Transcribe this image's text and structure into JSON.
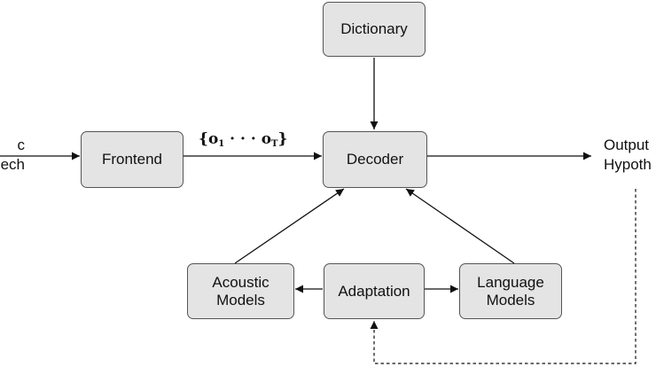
{
  "diagram": {
    "input_label": [
      "c",
      "ech"
    ],
    "output_label": [
      "Output",
      "Hypoth"
    ],
    "observation_sequence": {
      "open": "{",
      "first": "o",
      "first_sub": "1",
      "dots": "· · ·",
      "last": "o",
      "last_sub": "T",
      "close": "}"
    },
    "boxes": {
      "dictionary": "Dictionary",
      "frontend": "Frontend",
      "decoder": "Decoder",
      "acoustic": [
        "Acoustic",
        "Models"
      ],
      "adaptation": "Adaptation",
      "language": [
        "Language",
        "Models"
      ]
    },
    "colors": {
      "box_fill": "#e4e4e4",
      "box_border": "#555555",
      "line": "#111111"
    }
  }
}
